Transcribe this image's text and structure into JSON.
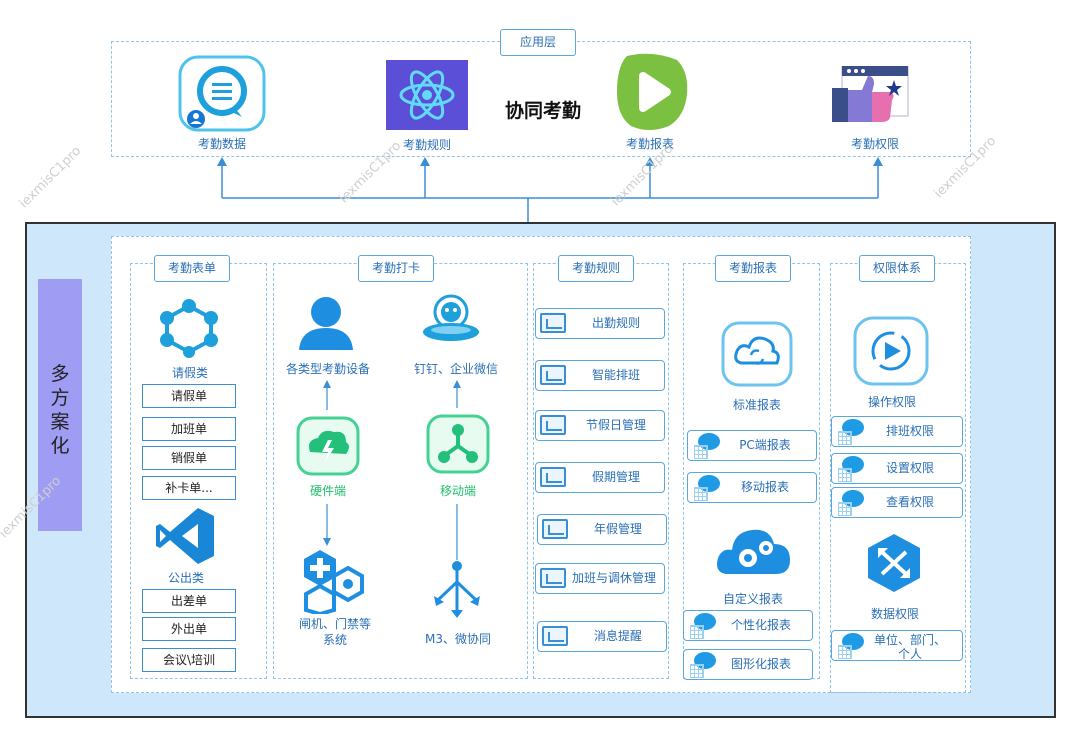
{
  "app_layer": {
    "tag": "应用层",
    "center_title": "协同考勤",
    "apps": [
      {
        "label": "考勤数据",
        "icon": "chat-bubble-icon"
      },
      {
        "label": "考勤规则",
        "icon": "react-atom-icon"
      },
      {
        "label": "考勤报表",
        "icon": "play-button-icon"
      },
      {
        "label": "考勤权限",
        "icon": "thumbs-up-icon"
      }
    ]
  },
  "side_label": "多方案化",
  "sections": {
    "form": {
      "tag": "考勤表单",
      "leave_title": "请假类",
      "leave_items": [
        "请假单",
        "加班单",
        "销假单",
        "补卡单..."
      ],
      "out_title": "公出类",
      "out_items": [
        "出差单",
        "外出单",
        "会议\\培训"
      ]
    },
    "punch": {
      "tag": "考勤打卡",
      "devices_label": "各类型考勤设备",
      "dingtalk_label": "钉钉、企业微信",
      "hardware_label": "硬件端",
      "mobile_label": "移动端",
      "gate_label_1": "闸机、门禁等",
      "gate_label_2": "系统",
      "m3_label": "M3、微协同"
    },
    "rules": {
      "tag": "考勤规则",
      "items": [
        "出勤规则",
        "智能排班",
        "节假日管理",
        "假期管理",
        "年假管理",
        "加班与调休管理",
        "消息提醒"
      ]
    },
    "reports": {
      "tag": "考勤报表",
      "standard_label": "标准报表",
      "standard_items": [
        "PC端报表",
        "移动报表"
      ],
      "custom_label": "自定义报表",
      "custom_items": [
        "个性化报表",
        "图形化报表"
      ]
    },
    "permissions": {
      "tag": "权限体系",
      "op_label": "操作权限",
      "op_items": [
        "排班权限",
        "设置权限",
        "查看权限"
      ],
      "data_label": "数据权限",
      "data_item_1": "单位、部门、",
      "data_item_2": "个人"
    }
  },
  "watermark": "iexmisC1pro",
  "colors": {
    "accent": "#5aa7e0",
    "panel_bg": "#cfe7fb",
    "side_bar": "#9f9cf4",
    "green": "#1fbf6b"
  }
}
